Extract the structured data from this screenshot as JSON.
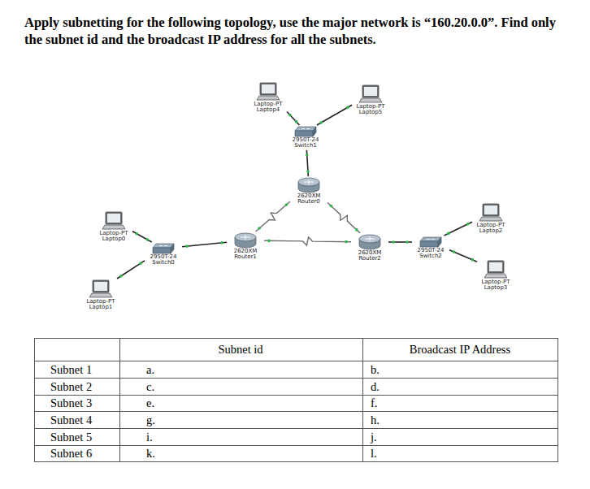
{
  "diagram": {
    "title": "Apply subnetting for the following topology, use the major network is “160.20.0.0”. Find only the subnet id and the broadcast IP address for all the subnets.",
    "nodes": [
      {
        "text": [
          "Laptop-PT Laptop4"
        ]
      },
      {
        "text": [
          "Laptop-PT Laptop5"
        ]
      },
      {
        "text": [
          "2950T-24 Switch1"
        ]
      },
      {
        "text": [
          "2620XM Router0"
        ]
      },
      {
        "text": [
          "Laptop-PT Laptop2"
        ]
      },
      {
        "text": [
          "Laptop-PT Laptop0"
        ]
      },
      {
        "text": [
          "2950T-24 Switch0"
        ]
      },
      {
        "text": [
          "2620XM Router1"
        ]
      },
      {
        "text": [
          "2620XM Router2"
        ]
      },
      {
        "text": [
          "2950T-24 Switch2"
        ]
      },
      {
        "text": [
          "Laptop-PT Laptop3"
        ]
      },
      {
        "text": [
          "Laptop-PT Laptop1"
        ]
      }
    ],
    "edges": [
      {
        "from": 0,
        "to": 2,
        "arrow": "none"
      },
      {
        "from": 1,
        "to": 2,
        "arrow": "none"
      },
      {
        "from": 2,
        "to": 3,
        "arrow": "none"
      },
      {
        "from": 3,
        "to": 7,
        "arrow": "none"
      },
      {
        "from": 3,
        "to": 8,
        "arrow": "none"
      },
      {
        "from": 7,
        "to": 8,
        "arrow": "none"
      },
      {
        "from": 6,
        "to": 7,
        "arrow": "none"
      },
      {
        "from": 5,
        "to": 6,
        "arrow": "none"
      },
      {
        "from": 11,
        "to": 6,
        "arrow": "none"
      },
      {
        "from": 8,
        "to": 9,
        "arrow": "none"
      },
      {
        "from": 9,
        "to": 4,
        "arrow": "none"
      },
      {
        "from": 9,
        "to": 10,
        "arrow": "none"
      }
    ],
    "labels": [
      "Subnet id",
      "Broadcast IP Address",
      "Subnet 1",
      "a.",
      "b.",
      "Subnet 2",
      "c.",
      "d.",
      "Subnet 3",
      "e.",
      "f.",
      "Subnet 4",
      "g.",
      "h.",
      "Subnet 5",
      "i.",
      "j.",
      "Subnet 6",
      "k.",
      "l."
    ]
  }
}
